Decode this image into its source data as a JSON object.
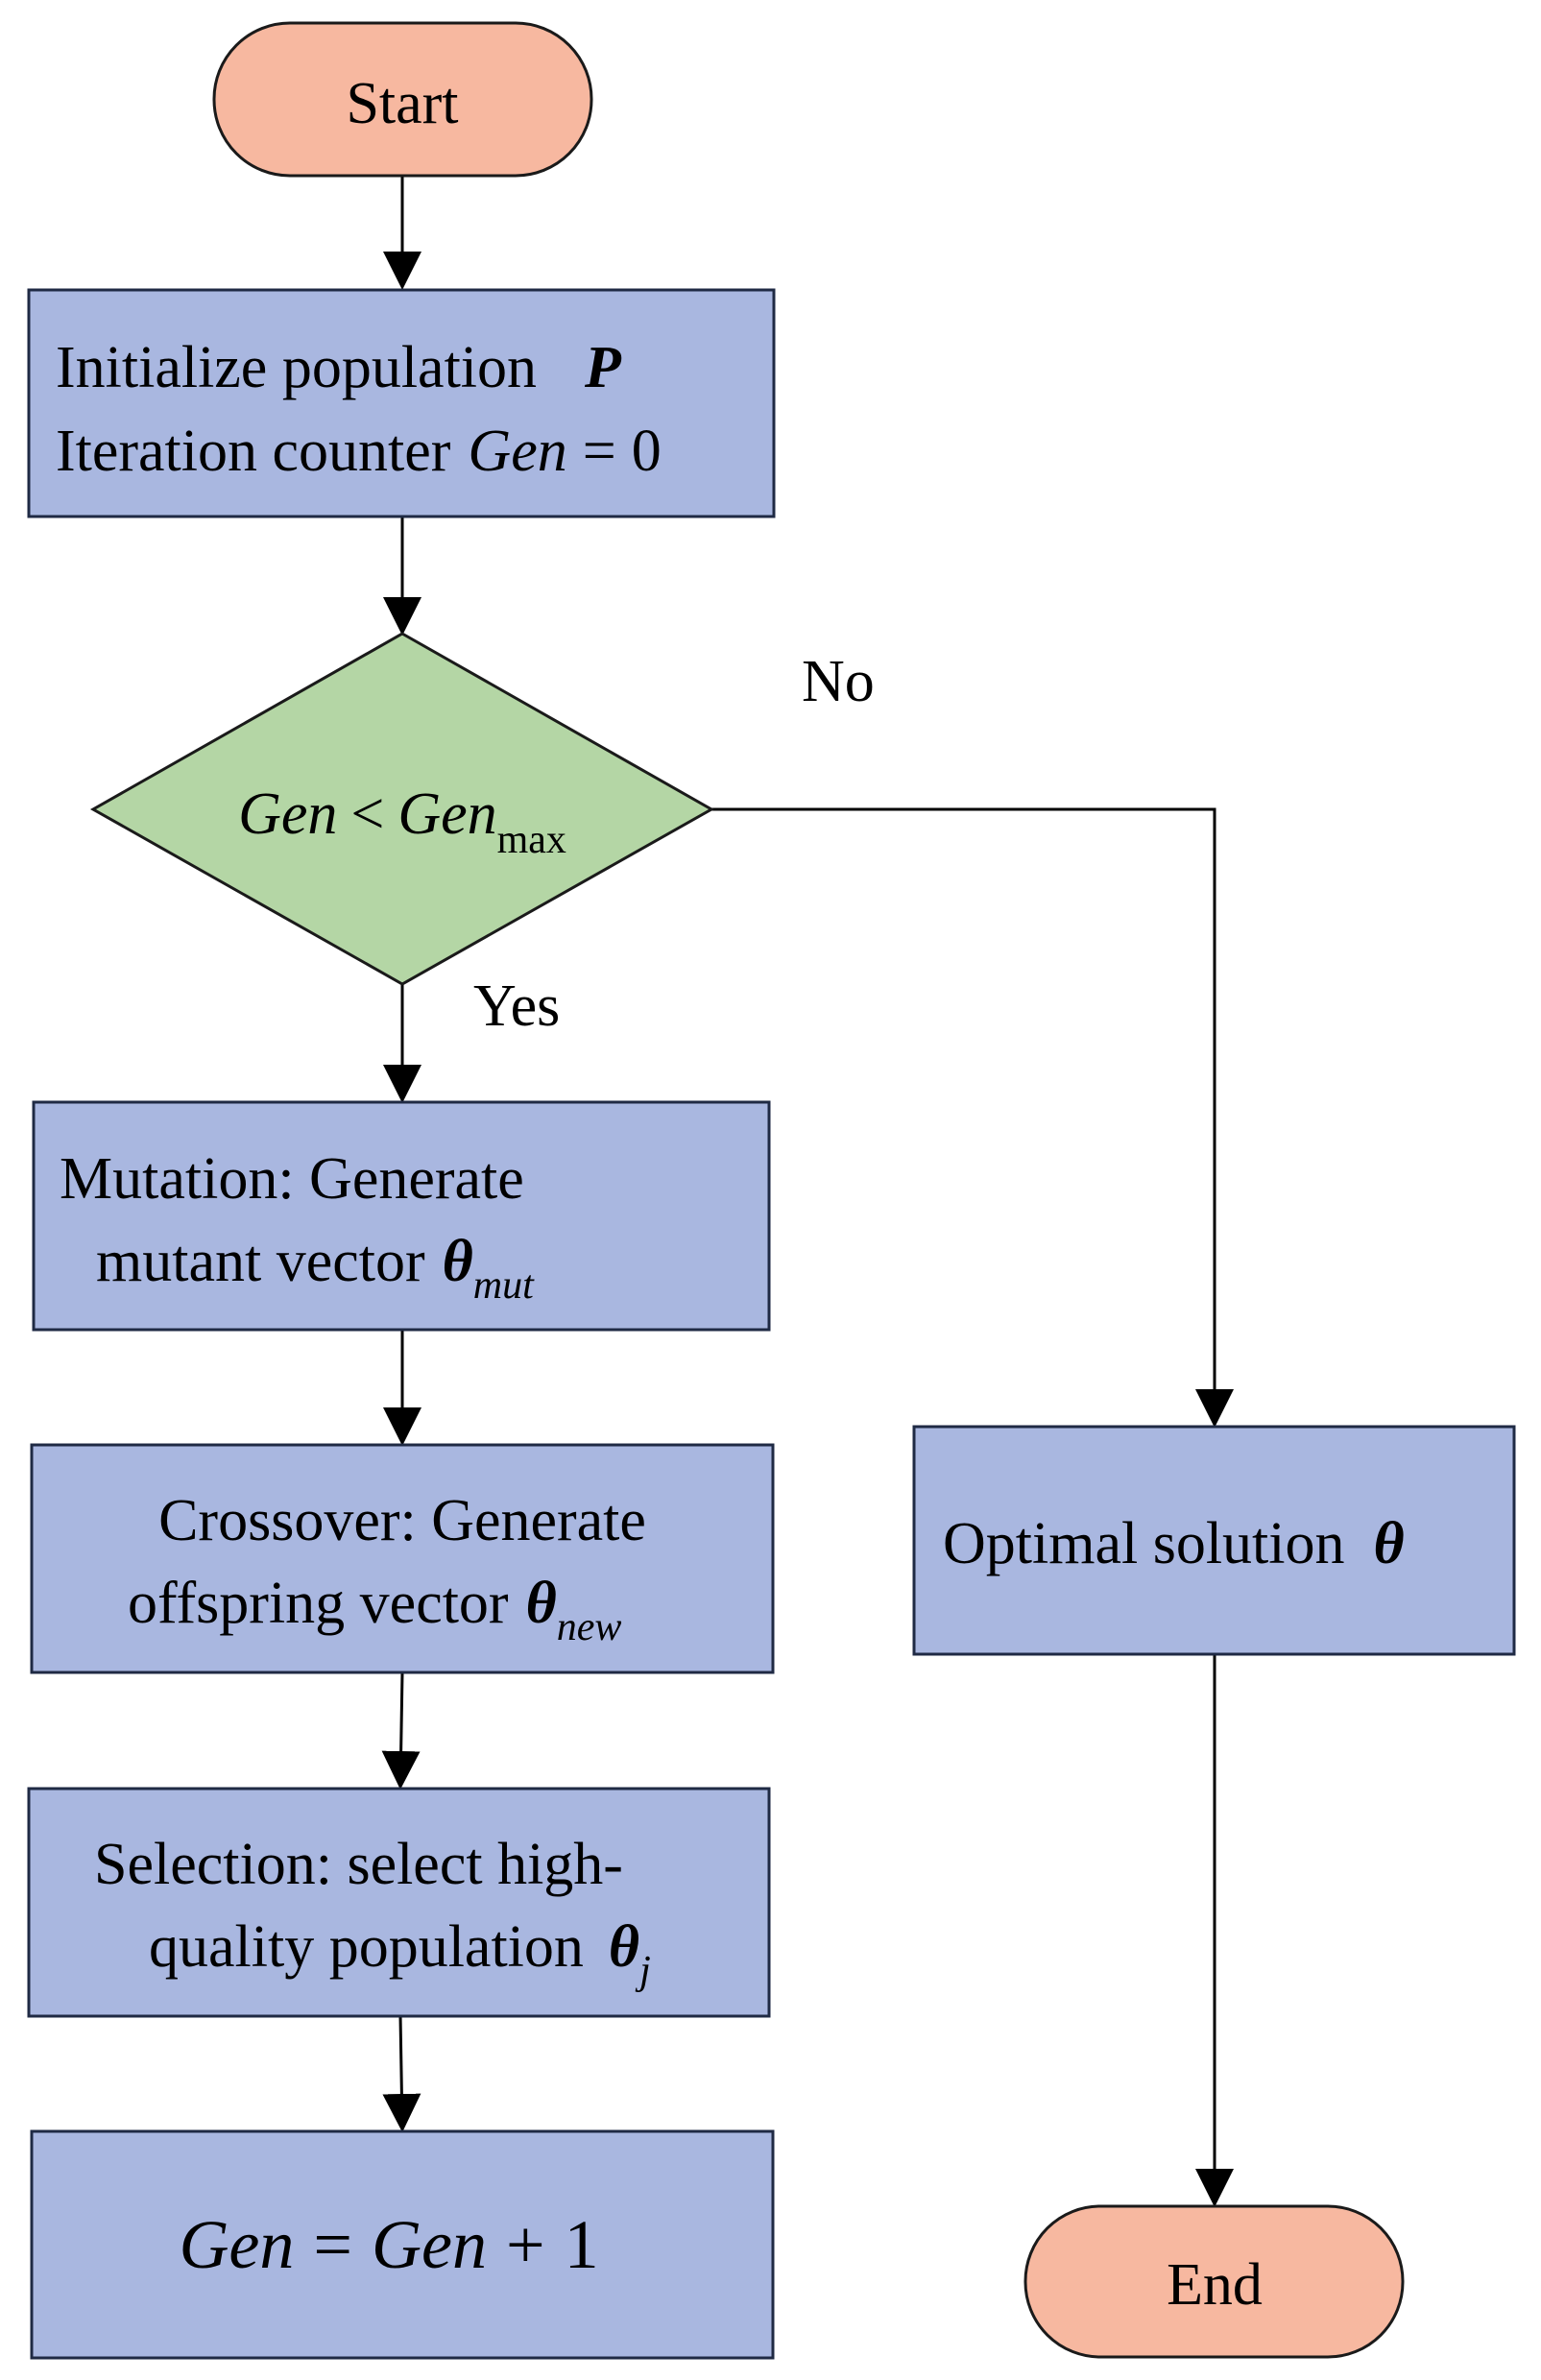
{
  "nodes": {
    "start": {
      "label": "Start"
    },
    "init": {
      "line1": "Initialize population",
      "line1_symbol": "P",
      "line2": "Iteration counter",
      "line2_math": {
        "var": "Gen",
        "op": "=",
        "val": "0"
      }
    },
    "decision": {
      "lhs": "Gen",
      "op": "<",
      "rhs": "Gen",
      "rhs_sub": "max"
    },
    "mutation": {
      "line1": "Mutation:  Generate",
      "line2": "mutant vector",
      "symbol": "θ",
      "symbol_sub": "mut"
    },
    "crossover": {
      "line1": "Crossover: Generate",
      "line2": "offspring vector",
      "symbol": "θ",
      "symbol_sub": "new"
    },
    "selection": {
      "line1": "Selection: select high-",
      "line2": "quality population",
      "symbol": "θ",
      "symbol_sub": "j"
    },
    "increment": {
      "lhs": "Gen",
      "op": "=",
      "rhs": "Gen",
      "plus": "+",
      "val": "1"
    },
    "optimal": {
      "label": "Optimal solution",
      "symbol": "θ"
    },
    "end": {
      "label": "End"
    }
  },
  "edges": {
    "yes_label": "Yes",
    "no_label": "No"
  },
  "colors": {
    "process_fill": "#a9b7e0",
    "terminal_fill": "#f7b8a0",
    "decision_fill": "#b4d6a5",
    "stroke": "#1a1a1a"
  }
}
